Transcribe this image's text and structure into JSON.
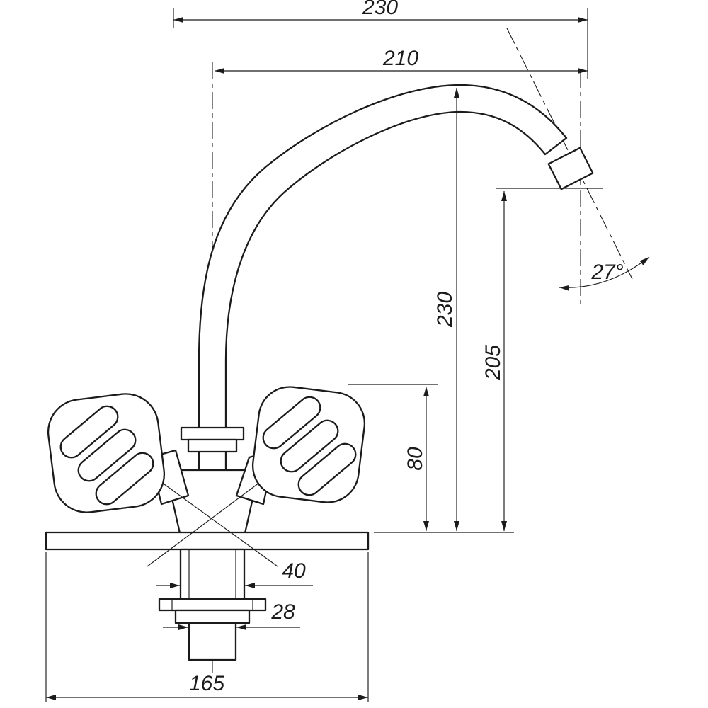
{
  "drawing": {
    "background": "#ffffff",
    "line_color": "#1b1b1b",
    "subject": "two-handle sink mixer faucet, dimensioned technical drawing",
    "dims": {
      "overall_width": "230",
      "spout_reach": "210",
      "spout_height": "230",
      "outlet_height": "205",
      "body_height": "80",
      "outlet_angle": "27°",
      "stem_diameter": "40",
      "tailpiece_diameter": "28",
      "base_width": "165"
    }
  }
}
